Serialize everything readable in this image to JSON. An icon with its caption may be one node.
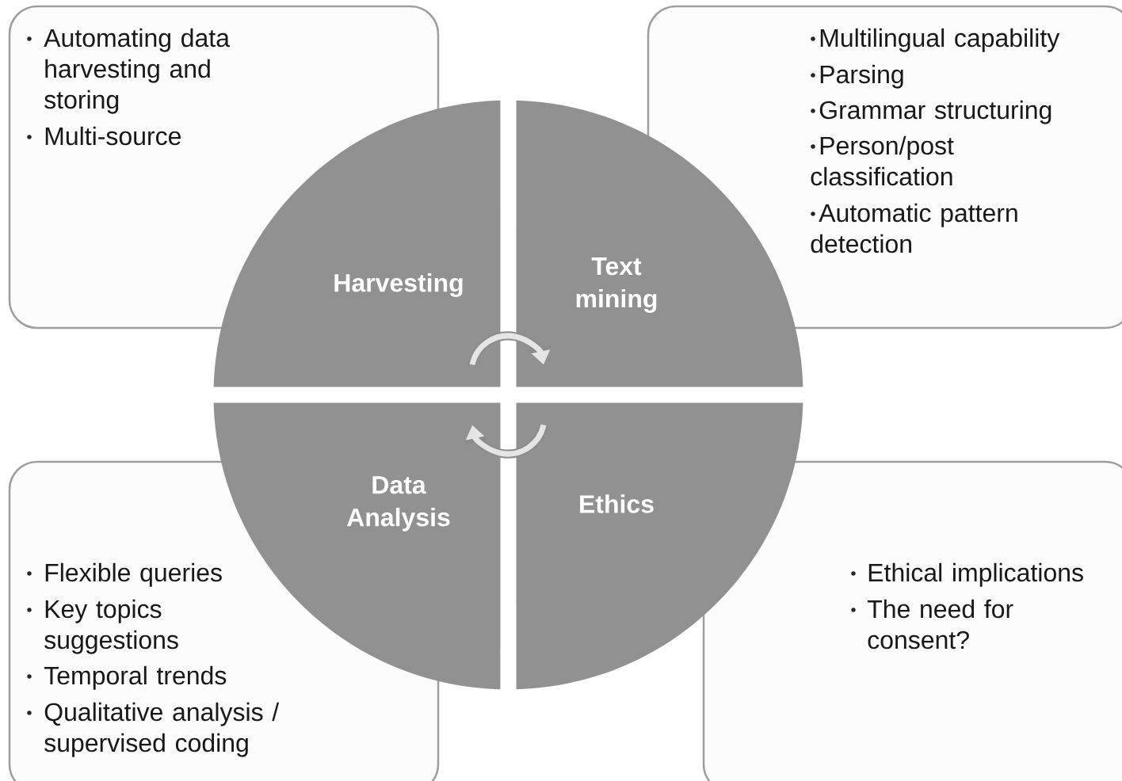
{
  "diagram": {
    "nodes": [
      {
        "text": [
          "Automating data harvesting and storing",
          "Multi-source"
        ]
      },
      {
        "text": [
          "Multilingual capability",
          "Parsing",
          "Grammar structuring",
          "Person/post classification",
          "Automatic pattern detection"
        ]
      },
      {
        "text": [
          "Harvesting"
        ]
      },
      {
        "text": [
          "Text mining"
        ]
      },
      {
        "text": [
          "Data Analysis"
        ]
      },
      {
        "text": [
          "Ethics"
        ]
      },
      {
        "text": [
          "Flexible queries",
          "Key topics suggestions",
          "Temporal trends",
          "Qualitative analysis / supervised coding"
        ]
      },
      {
        "text": [
          "Ethical implications",
          "The need for consent?"
        ]
      }
    ],
    "edges": [
      {
        "from": 2,
        "to": 3,
        "arrow": "to"
      },
      {
        "from": 5,
        "to": 4,
        "arrow": "to"
      }
    ]
  }
}
